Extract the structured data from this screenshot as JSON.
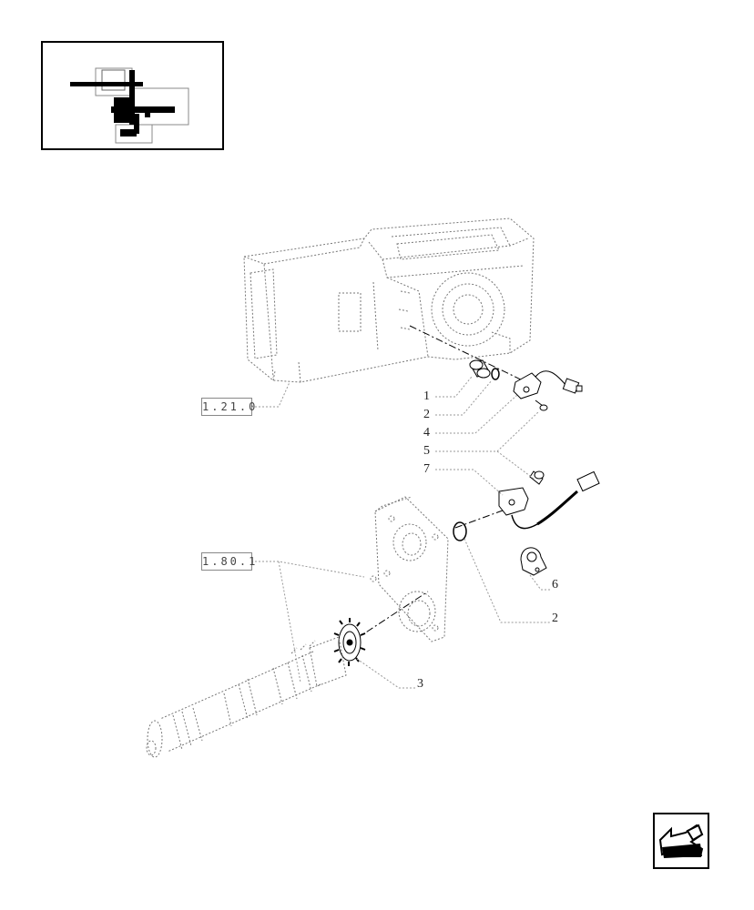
{
  "references": [
    {
      "id": "ref-1-21-0",
      "label": "1.21.0"
    },
    {
      "id": "ref-1-80-1",
      "label": "1.80.1"
    }
  ],
  "callouts": {
    "c1": "1",
    "c2a": "2",
    "c4": "4",
    "c5": "5",
    "c7": "7",
    "c6": "6",
    "c2b": "2",
    "c3": "3"
  },
  "icons": {
    "thumbnail": "assembly-thumbnail-icon",
    "nav": "back-arrow-icon"
  }
}
